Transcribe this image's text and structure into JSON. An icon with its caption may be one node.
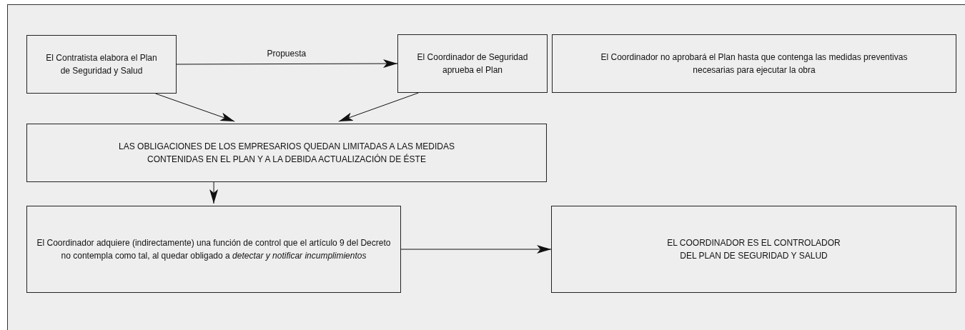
{
  "diagram": {
    "nodes": [
      {
        "text": [
          "El Contratista elabora el Plan de Seguridad y Salud"
        ]
      },
      {
        "text": [
          "El Coordinador de Seguridad aprueba el Plan"
        ]
      },
      {
        "text": [
          "El Coordinador no aprobará el Plan hasta que contenga las medidas preventivas necesarias para ejecutar la obra"
        ]
      },
      {
        "text": [
          "LAS OBLIGACIONES DE LOS EMPRESARIOS QUEDAN LIMITADAS A LAS MEDIDAS CONTENIDAS EN EL PLAN Y A LA DEBIDA ACTUALIZACIÓN DE ÉSTE"
        ]
      },
      {
        "text": [
          "El Coordinador adquiere (indirectamente) una función de control que el artículo 9 del Decreto no contempla como tal, al quedar obligado a *detectar y notificar incumplimientos*"
        ]
      },
      {
        "text": [
          "EL COORDINADOR ES EL CONTROLADOR DEL PLAN DE SEGURIDAD Y SALUD"
        ]
      }
    ],
    "edges": [
      {
        "from": 0,
        "to": 1,
        "arrow": "to",
        "label": "Propuesta"
      },
      {
        "from": 0,
        "to": 3,
        "arrow": "to"
      },
      {
        "from": 1,
        "to": 3,
        "arrow": "to"
      },
      {
        "from": 3,
        "to": 4,
        "arrow": "to"
      },
      {
        "from": 4,
        "to": 5,
        "arrow": "to"
      }
    ]
  }
}
